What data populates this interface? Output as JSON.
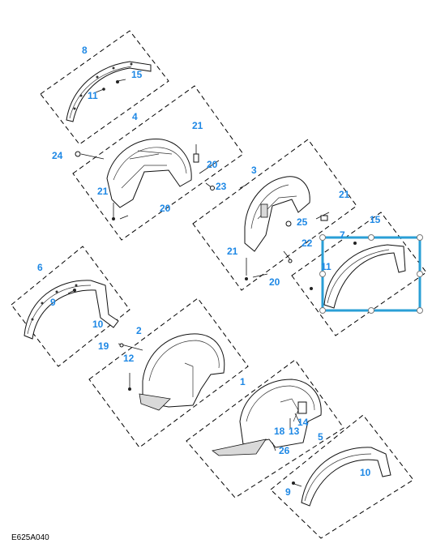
{
  "diagram": {
    "code": "E625A040",
    "callouts": [
      "8",
      "15",
      "11",
      "4",
      "21",
      "24",
      "20",
      "23",
      "21",
      "20",
      "3",
      "21",
      "25",
      "21",
      "22",
      "15",
      "7",
      "11",
      "20",
      "6",
      "9",
      "10",
      "2",
      "19",
      "12",
      "1",
      "14",
      "18",
      "13",
      "5",
      "26",
      "10",
      "9"
    ],
    "selection_color": "#2a9fd6",
    "callout_color": "#1e88e5"
  }
}
